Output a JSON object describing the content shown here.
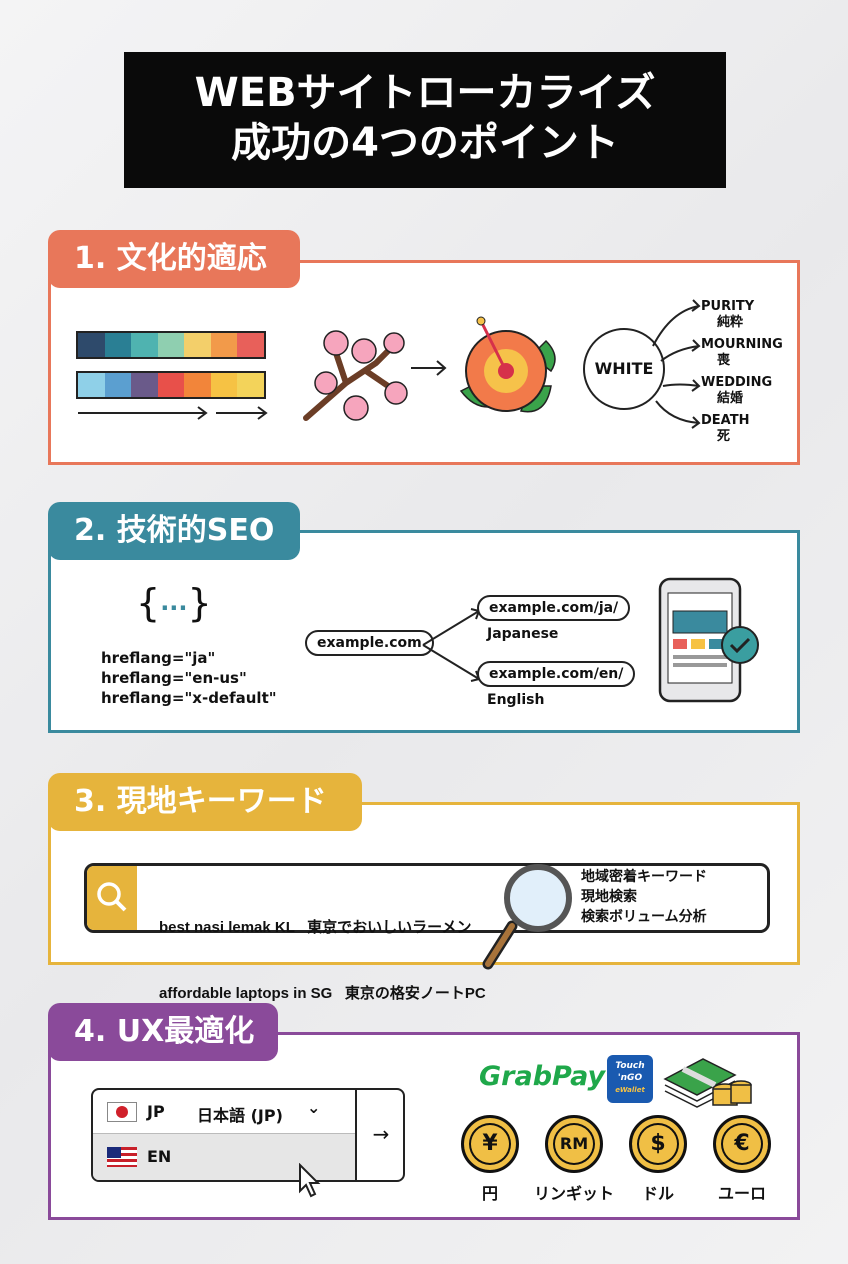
{
  "title": {
    "line1": "WEBサイトローカライズ",
    "line2": "成功の4つのポイント"
  },
  "sections": [
    {
      "label": "1. 文化的適応",
      "color": "#e8775a",
      "center_word": "WHITE",
      "meanings": [
        {
          "en": "PURITY",
          "ja": "純粋"
        },
        {
          "en": "MOURNING",
          "ja": "喪"
        },
        {
          "en": "WEDDING",
          "ja": "結婚"
        },
        {
          "en": "DEATH",
          "ja": "死"
        }
      ],
      "palette_top": [
        "#2e4a6b",
        "#2a7f94",
        "#4fb3b0",
        "#8fcfb0",
        "#f3cf6a",
        "#f29a4a",
        "#e8605a"
      ],
      "palette_bottom": [
        "#8fd0e8",
        "#5b9fd0",
        "#6a5a8a",
        "#e8504a",
        "#f2853a",
        "#f6c244",
        "#f3d35a"
      ]
    },
    {
      "label": "2. 技術的SEO",
      "color": "#3a8a9e",
      "code_icon": "{···}",
      "hreflang": [
        "hreflang=\"ja\"",
        "hreflang=\"en-us\"",
        "hreflang=\"x-default\""
      ],
      "root_url": "example.com",
      "branches": [
        {
          "url": "example.com/ja/",
          "lang": "Japanese"
        },
        {
          "url": "example.com/en/",
          "lang": "English"
        }
      ]
    },
    {
      "label": "3. 現地キーワード",
      "color": "#e6b43c",
      "queries": [
        "best nasi lemak KL   東京でおいしいラーメン",
        "affordable laptops in SG   東京の格安ノートPC"
      ],
      "notes": [
        "地域密着キーワード",
        "現地検索",
        "検索ボリューム分析"
      ]
    },
    {
      "label": "4. UX最適化",
      "color": "#8a4a9a",
      "lang_options": [
        {
          "code": "JP",
          "name": "日本語 (JP)"
        },
        {
          "code": "EN"
        }
      ],
      "payments": {
        "grabpay": "GrabPay",
        "tng_line1": "Touch",
        "tng_line2": "'nGO",
        "tng_line3": "eWallet"
      },
      "currencies": [
        {
          "symbol": "¥",
          "label": "円"
        },
        {
          "symbol": "RM",
          "label": "リンギット"
        },
        {
          "symbol": "$",
          "label": "ドル"
        },
        {
          "symbol": "€",
          "label": "ユーロ"
        }
      ]
    }
  ]
}
